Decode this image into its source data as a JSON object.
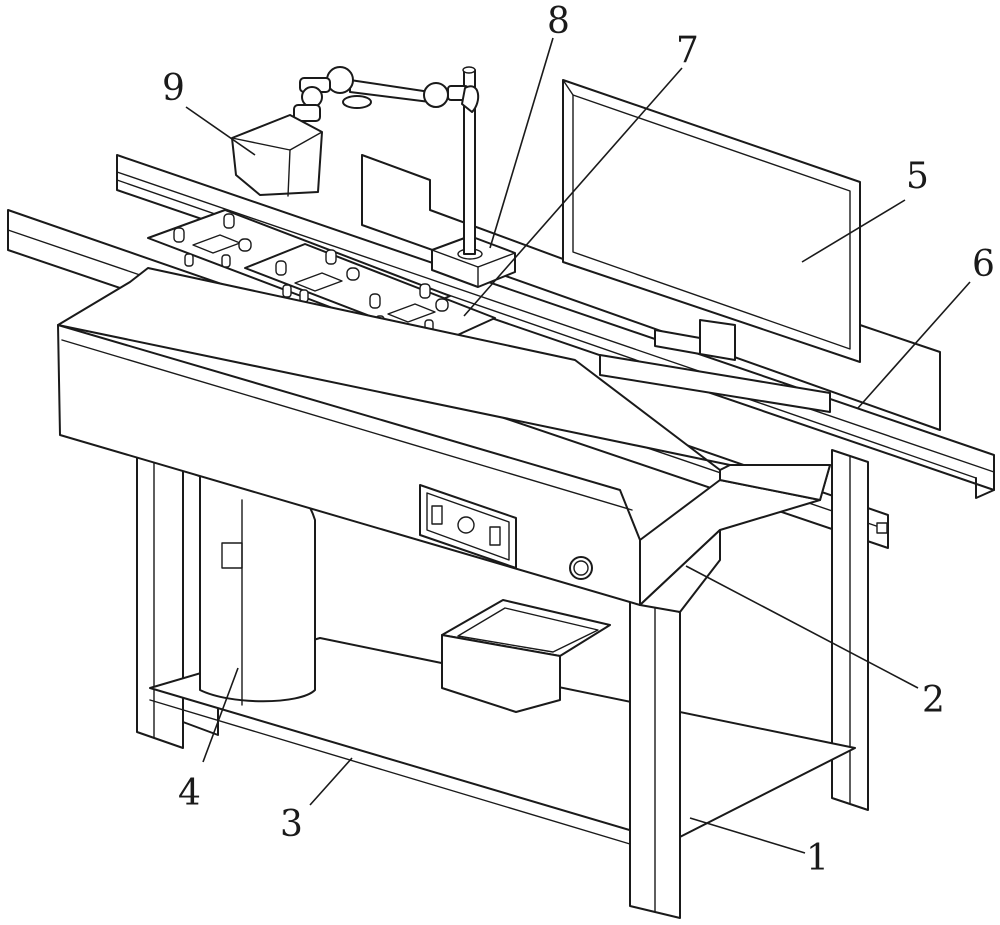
{
  "labels": [
    {
      "id": "1",
      "text": "1"
    },
    {
      "id": "2",
      "text": "2"
    },
    {
      "id": "3",
      "text": "3"
    },
    {
      "id": "4",
      "text": "4"
    },
    {
      "id": "5",
      "text": "5"
    },
    {
      "id": "6",
      "text": "6"
    },
    {
      "id": "7",
      "text": "7"
    },
    {
      "id": "8",
      "text": "8"
    },
    {
      "id": "9",
      "text": "9"
    }
  ],
  "colors": {
    "line": "#1a1a1a",
    "background": "#ffffff"
  }
}
